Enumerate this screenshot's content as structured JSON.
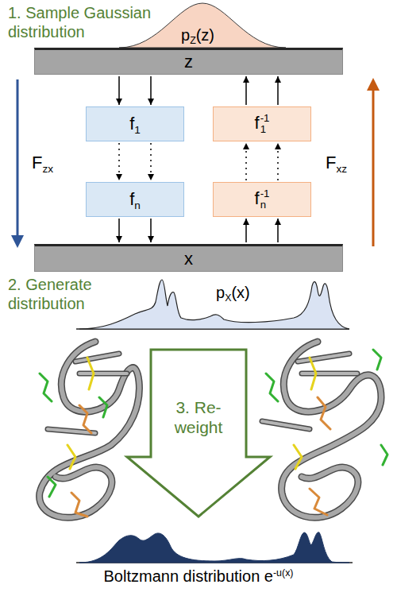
{
  "diagram": {
    "nodes": [
      {
        "text": [
          "z"
        ]
      },
      {
        "text": [
          "f",
          "1"
        ]
      },
      {
        "text": [
          "f",
          "1",
          "-1"
        ]
      },
      {
        "text": [
          "f",
          "n"
        ]
      },
      {
        "text": [
          "f",
          "n",
          "-1"
        ]
      },
      {
        "text": [
          "x"
        ]
      }
    ],
    "edges": [
      {
        "from": 0,
        "to": 1,
        "arrow": "to"
      },
      {
        "from": 1,
        "to": 3,
        "arrow": "to"
      },
      {
        "from": 3,
        "to": 5,
        "arrow": "to"
      },
      {
        "from": 5,
        "to": 4,
        "arrow": "to"
      },
      {
        "from": 4,
        "to": 2,
        "arrow": "to"
      },
      {
        "from": 2,
        "to": 0,
        "arrow": "to"
      }
    ],
    "labels": [
      "1. Sample Gaussian distribution",
      "p",
      "Z",
      "(z)",
      "F",
      "zx",
      "F",
      "xz",
      "2. Generate distribution",
      "p",
      "X",
      "(x)",
      "3. Re-weight",
      "Boltzmann distribution e",
      "-u(x)"
    ]
  }
}
